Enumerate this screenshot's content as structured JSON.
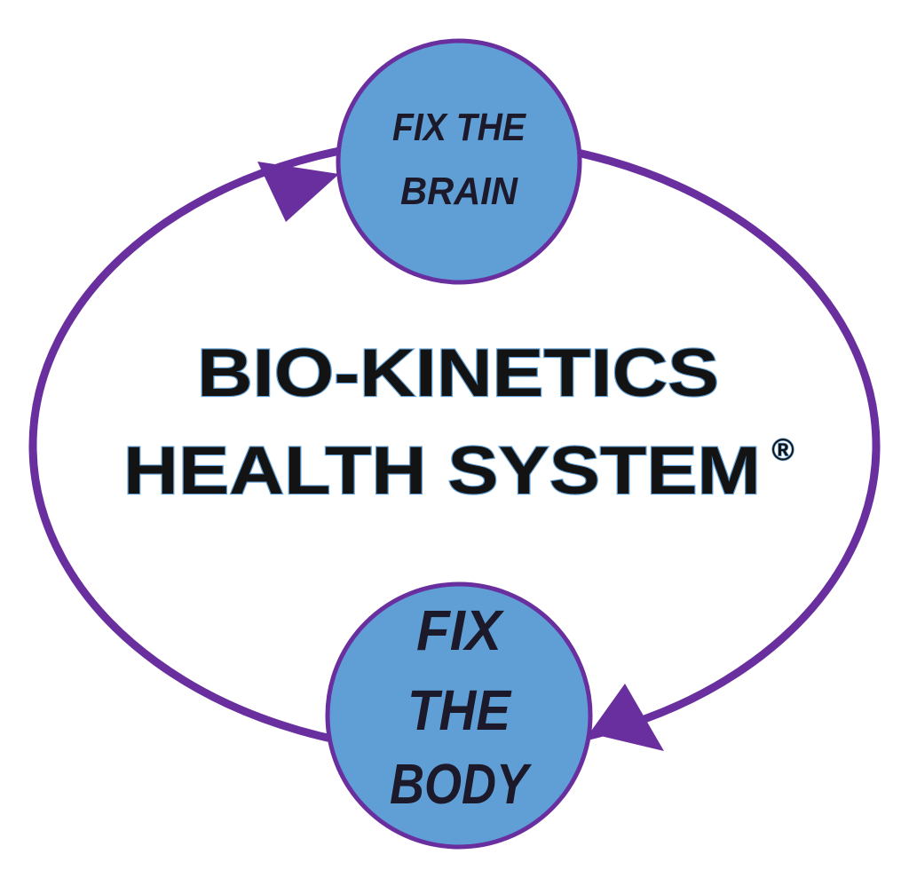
{
  "colors": {
    "loop": "#6a2f9f",
    "node_fill": "#5f9fd6",
    "node_stroke": "#6a2f9f",
    "title_fill": "#131313",
    "title_outline": "#5f9fd6",
    "node_text": "#1c1a2a"
  },
  "diagram": {
    "title": {
      "line1": "BIO-KINETICS",
      "line2": "HEALTH SYSTEM",
      "mark": "®"
    },
    "nodes": {
      "top": {
        "line1": "FIX THE",
        "line2": "BRAIN"
      },
      "bottom": {
        "line1": "FIX",
        "line2": "THE",
        "line3": "BODY"
      }
    }
  }
}
